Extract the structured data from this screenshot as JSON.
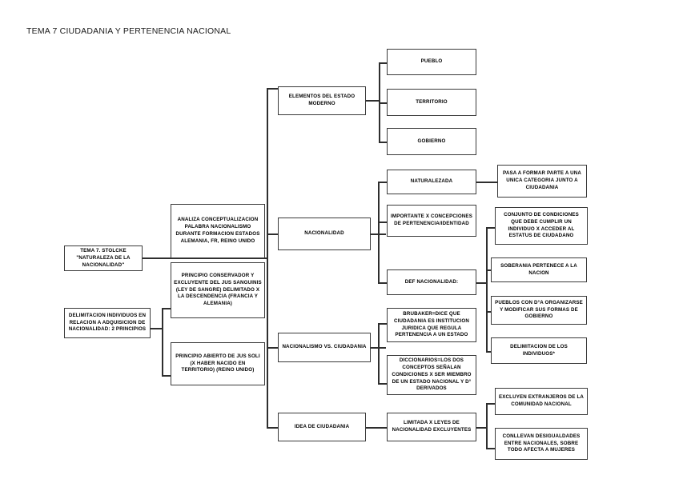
{
  "document": {
    "title": "TEMA 7 CIUDADANIA Y PERTENENCIA NACIONAL"
  },
  "diagram": {
    "type": "mind-map-tree",
    "root": {
      "id": "root",
      "label": "TEMA 7. STOLCKE \"NATURALEZA DE LA NACIONALIDAD\""
    },
    "nodes": {
      "root": "TEMA 7. STOLCKE \"NATURALEZA DE LA NACIONALIDAD\"",
      "analiza": "ANALIZA CONCEPTUALIZACION PALABRA NACIONALISMO DURANTE FORMACION ESTADOS ALEMANIA, FR, REINO UNIDO",
      "delimitacion_individuos": "DELIMITACION INDIVIDUOS EN RELACION A ADQUISICION DE NACIONALIDAD: 2 PRINCIPIOS",
      "principio_conservador": "PRINCIPIO CONSERVADOR Y EXCLUYENTE DEL JUS SANGUINIS (LEY DE SANGRE) DELIMITADO X LA DESCENDENCIA (FRANCIA Y ALEMANIA)",
      "principio_abierto": "PRINCIPIO ABIERTO DE JUS SOLI (X HABER NACIDO EN TERRITORIO) (REINO UNIDO)",
      "elementos_estado": "ELEMENTOS DEL ESTADO MODERNO",
      "pueblo": "PUEBLO",
      "territorio": "TERRITORIO",
      "gobierno": "GOBIERNO",
      "nacionalidad": "NACIONALIDAD",
      "naturalezada": "NATURALEZADA",
      "importante_x": "IMPORTANTE X CONCEPCIONES DE PERTENENCIA/IDENTIDAD",
      "def_nacionalidad": "DEF NACIONALIDAD:",
      "pasa_formar_parte": "PASA A FORMAR PARTE A UNA UNICA CATEGORIA JUNTO A CIUDADANIA",
      "conjunto_condiciones": "CONJUNTO DE CONDICIONES QUE DEBE CUMPLIR UN INDIVIDUO X ACCEDER AL ESTATUS DE CIUDADANO",
      "soberania": "SOBERANIA PERTENECE A LA NACION",
      "pueblos_dcho": "PUEBLOS CON D°A ORGANIZARSE Y MODIFICAR SUS FORMAS DE GOBIERNO",
      "delimitacion_los_individuos": "DELIMITACION DE LOS INDIVIDUOS*",
      "nacionalismo_vs": "NACIONALISMO VS. CIUDADANIA",
      "brubaker": "BRUBAKER=DICE QUE CIUDADANIA ES INSTITUCION JURIDICA QUE REGULA PERTENENCIA A UN ESTADO",
      "diccionarios": "DICCIONARIOS=LOS DOS CONCEPTOS SEÑALAN CONDICIONES X SER MIEMBRO DE UN ESTADO NACIONAL Y D° DERIVADOS",
      "idea_ciudadania": "IDEA DE CIUDADANIA",
      "limitada_x_leyes": "LIMITADA X LEYES DE NACIONALIDAD EXCLUYENTES",
      "excluyen_extranjeros": "EXCLUYEN EXTRANJEROS DE LA COMUNIDAD NACIONAL",
      "conllevan_desigualdades": "CONLLEVAN DESIGUALDADES ENTRE NACIONALES, SOBRE TODO AFECTA A MUJERES"
    },
    "colors": {
      "box_border": "#3a3a3a",
      "connector": "#2e2e2e",
      "background": "#ffffff",
      "text": "#000000",
      "title_text": "#1a1a1a"
    }
  }
}
